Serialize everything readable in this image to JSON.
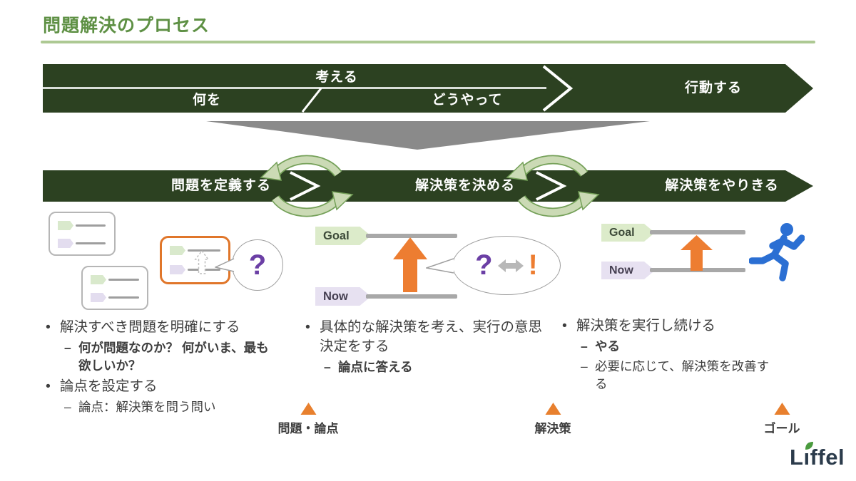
{
  "title": "問題解決のプロセス",
  "top_banner": {
    "think": "考える",
    "what": "何を",
    "how": "どうやって",
    "act": "行動する"
  },
  "steps": {
    "step1": "問題を定義する",
    "step2": "解決策を決める",
    "step3": "解決策をやりきる"
  },
  "labels": {
    "goal": "Goal",
    "now": "Now",
    "question": "?",
    "exclamation": "!"
  },
  "bullets": {
    "define": [
      {
        "marker": "•",
        "text": "解決すべき問題を明確にする"
      },
      {
        "marker": "–",
        "text": "何が問題なのか？ 何がいま、最も欲しいか？"
      },
      {
        "marker": "•",
        "text": "論点を設定する"
      },
      {
        "marker": "–",
        "text": "論点：解決策を問う問い"
      }
    ],
    "decide": [
      {
        "marker": "•",
        "text": "具体的な解決策を考え、実行の意思決定をする"
      },
      {
        "marker": "–",
        "text": "論点に答える"
      }
    ],
    "execute": [
      {
        "marker": "•",
        "text": "解決策を実行し続ける"
      },
      {
        "marker": "–",
        "text": "やる"
      },
      {
        "marker": "–",
        "text": "必要に応じて、解決策を改善する"
      }
    ]
  },
  "markers": [
    {
      "label": "問題・論点"
    },
    {
      "label": "解決策"
    },
    {
      "label": "ゴール"
    }
  ],
  "logo": {
    "prefix": "L",
    "stem": "ı",
    "suffix": "ffel"
  },
  "colors": {
    "band_green": "#2c4121",
    "title_green": "#5e9044",
    "underline_green": "#adc993",
    "loop_fill": "#cbdab5",
    "loop_edge": "#74a058",
    "gray_arrow": "#8a8a8a",
    "orange": "#ed7d31",
    "purple": "#6b3fa5",
    "goal_fill": "#dcebca",
    "now_fill": "#e7e1f1",
    "runner_blue": "#2b6fd3",
    "logo_navy": "#2b3b4b",
    "leaf_green": "#4a9b3e"
  }
}
